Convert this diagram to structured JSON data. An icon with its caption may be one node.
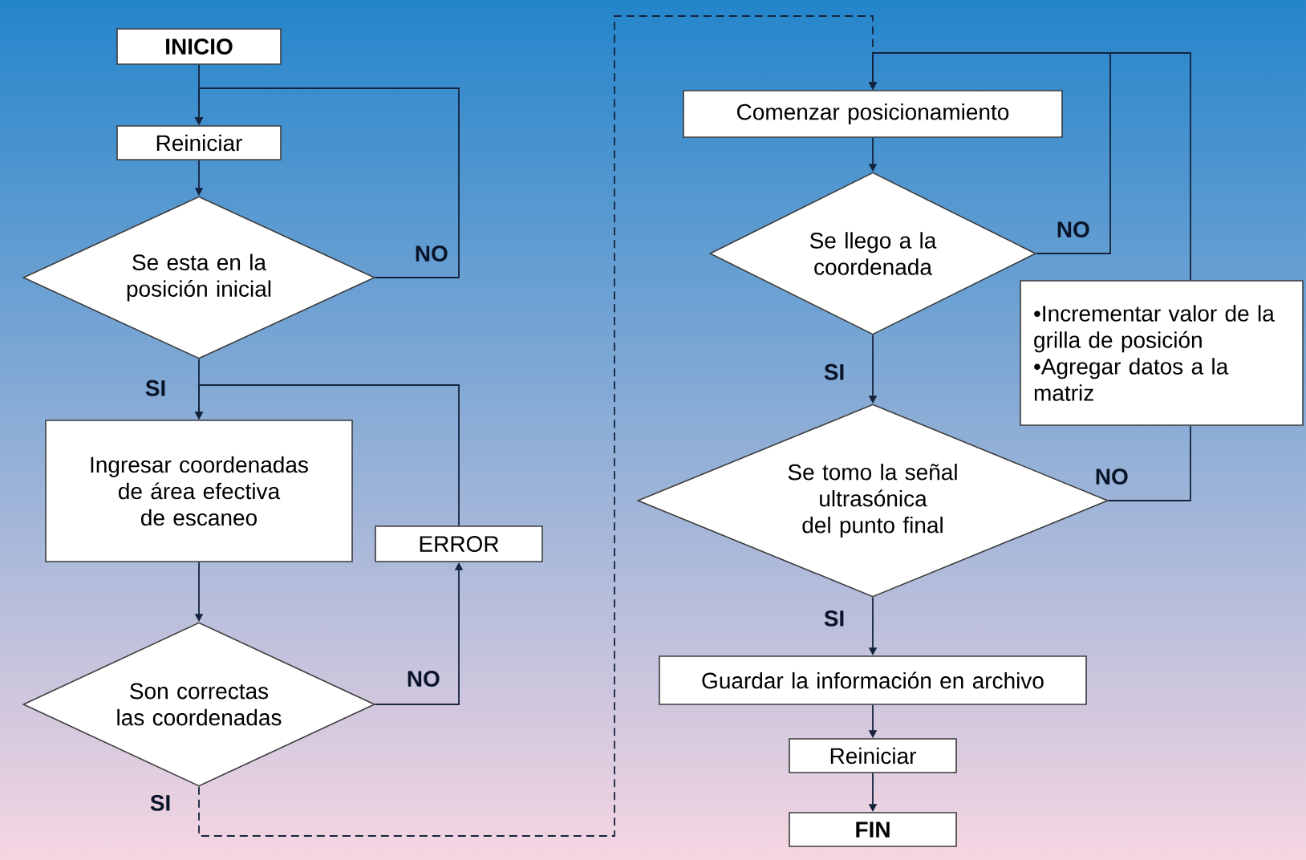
{
  "diagram": {
    "nodes": [
      {
        "text": [
          "INICIO"
        ]
      },
      {
        "text": [
          "Reiniciar"
        ]
      },
      {
        "text": [
          "Se esta en la posición inicial"
        ]
      },
      {
        "text": [
          "Ingresar coordenadas de área efectiva de escaneo"
        ]
      },
      {
        "text": [
          "ERROR"
        ]
      },
      {
        "text": [
          "Son correctas las coordenadas"
        ]
      },
      {
        "text": [
          "Comenzar posicionamiento"
        ]
      },
      {
        "text": [
          "Se llego a la coordenada"
        ]
      },
      {
        "text": [
          "•Incrementar valor de la grilla de posición",
          "•Agregar datos a la matriz"
        ]
      },
      {
        "text": [
          "Se tomo la señal ultrasónica del punto final"
        ]
      },
      {
        "text": [
          "Guardar la información en archivo"
        ]
      },
      {
        "text": [
          "Reiniciar"
        ]
      },
      {
        "text": [
          "FIN"
        ]
      }
    ],
    "edges": [
      {
        "from": 0,
        "to": 1,
        "arrow": "to"
      },
      {
        "from": 1,
        "to": 2,
        "arrow": "to"
      },
      {
        "from": 2,
        "to": 1,
        "arrow": "to",
        "label": "NO"
      },
      {
        "from": 2,
        "to": 3,
        "arrow": "to",
        "label": "SI"
      },
      {
        "from": 3,
        "to": 5,
        "arrow": "to"
      },
      {
        "from": 5,
        "to": 4,
        "arrow": "to",
        "label": "NO"
      },
      {
        "from": 4,
        "to": 3,
        "arrow": "to"
      },
      {
        "from": 5,
        "to": 6,
        "arrow": "to",
        "label": "SI",
        "style": "dashed"
      },
      {
        "from": 6,
        "to": 7,
        "arrow": "to"
      },
      {
        "from": 7,
        "to": 6,
        "arrow": "to",
        "label": "NO"
      },
      {
        "from": 7,
        "to": 9,
        "arrow": "to",
        "label": "SI"
      },
      {
        "from": 9,
        "to": 8,
        "arrow": "none",
        "label": "NO"
      },
      {
        "from": 8,
        "to": 6,
        "arrow": "to"
      },
      {
        "from": 9,
        "to": 10,
        "arrow": "to",
        "label": "SI"
      },
      {
        "from": 10,
        "to": 11,
        "arrow": "to"
      },
      {
        "from": 11,
        "to": 12,
        "arrow": "to"
      }
    ]
  }
}
